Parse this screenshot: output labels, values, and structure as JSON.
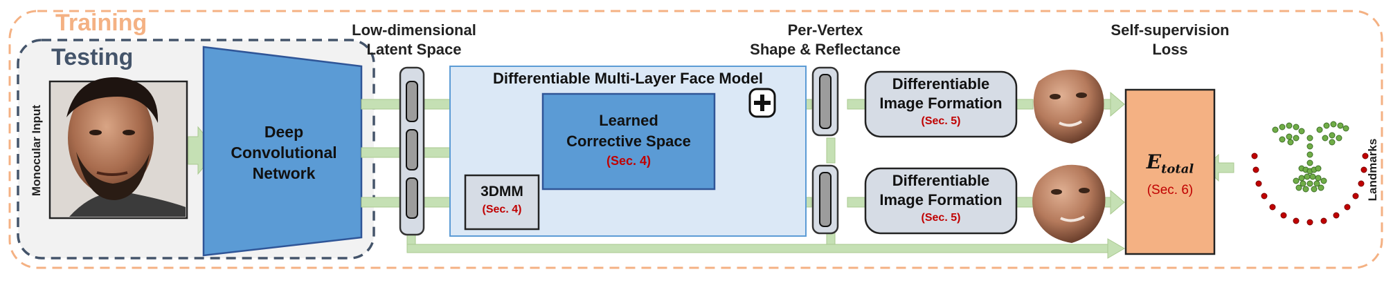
{
  "regions": {
    "training": "Training",
    "testing": "Testing"
  },
  "input": {
    "side_label": "Monocular Input"
  },
  "network": {
    "line1": "Deep",
    "line2": "Convolutional",
    "line3": "Network"
  },
  "latent": {
    "line1": "Low-dimensional",
    "line2": "Latent Space"
  },
  "face_model": {
    "title": "Differentiable Multi-Layer Face Model",
    "corrective_line1": "Learned",
    "corrective_line2": "Corrective Space",
    "corrective_ref": "(Sec. 4)",
    "dmm_label": "3DMM",
    "dmm_ref": "(Sec. 4)"
  },
  "per_vertex": {
    "line1": "Per-Vertex",
    "line2": "Shape & Reflectance"
  },
  "formation_top": {
    "line1": "Differentiable",
    "line2": "Image Formation",
    "ref": "(Sec. 5)"
  },
  "formation_bottom": {
    "line1": "Differentiable",
    "line2": "Image Formation",
    "ref": "(Sec. 5)"
  },
  "loss": {
    "line1": "Self-supervision",
    "line2": "Loss",
    "symbol": "E",
    "subscript": "total",
    "ref": "(Sec. 6)"
  },
  "landmarks": {
    "side_label": "Landmarks"
  },
  "colors": {
    "training_border": "#f4b183",
    "testing_border": "#44546a",
    "network_blue": "#5b9bd5",
    "face_model_bg": "#dbe8f6",
    "arrow_green": "#c5e0b4",
    "gray_box": "#d6dce5",
    "loss_orange": "#f4b183",
    "sec_red": "#c00000"
  }
}
